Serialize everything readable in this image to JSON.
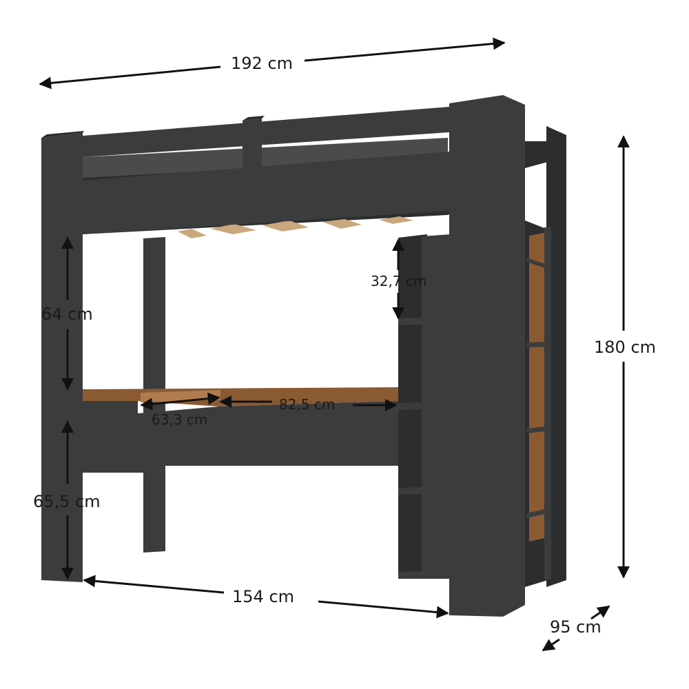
{
  "dimensions": {
    "total_width": "192 cm",
    "total_height": "180 cm",
    "depth": "95 cm",
    "under_bed_height": "64 cm",
    "desk_height": "65,5 cm",
    "shelf_height": "32,7 cm",
    "desk_width": "82,5 cm",
    "desk_depth": "63,3 cm",
    "inner_length": "154 cm"
  },
  "colors": {
    "frame": "#3b3c3e",
    "wood": "#8a5a33",
    "background": "#ffffff"
  }
}
